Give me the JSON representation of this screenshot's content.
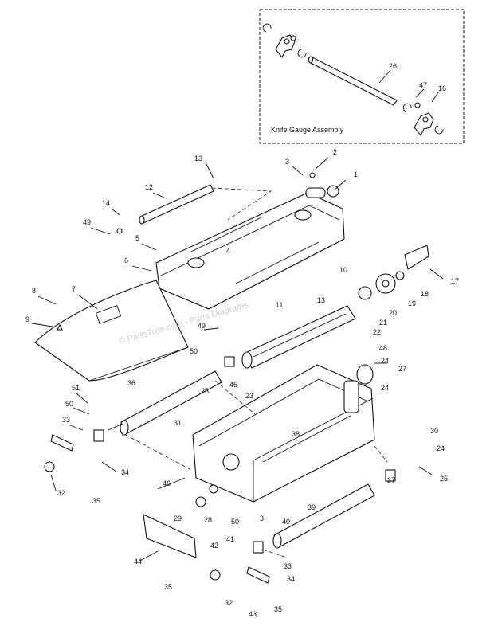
{
  "inset": {
    "caption": "Knife Gauge Assembly",
    "callouts": [
      "26",
      "47",
      "16"
    ]
  },
  "watermark": "© PartsTree.com - Parts Diagrams",
  "callouts": [
    "1",
    "2",
    "3",
    "4",
    "5",
    "6",
    "7",
    "8",
    "9",
    "10",
    "11",
    "12",
    "13",
    "13",
    "14",
    "17",
    "18",
    "19",
    "20",
    "21",
    "22",
    "23",
    "24",
    "24",
    "24",
    "25",
    "25",
    "27",
    "28",
    "29",
    "30",
    "31",
    "32",
    "32",
    "33",
    "33",
    "34",
    "34",
    "35",
    "35",
    "35",
    "36",
    "37",
    "38",
    "39",
    "40",
    "41",
    "42",
    "43",
    "44",
    "45",
    "46",
    "48",
    "49",
    "49",
    "50",
    "50",
    "50",
    "51",
    "3"
  ]
}
